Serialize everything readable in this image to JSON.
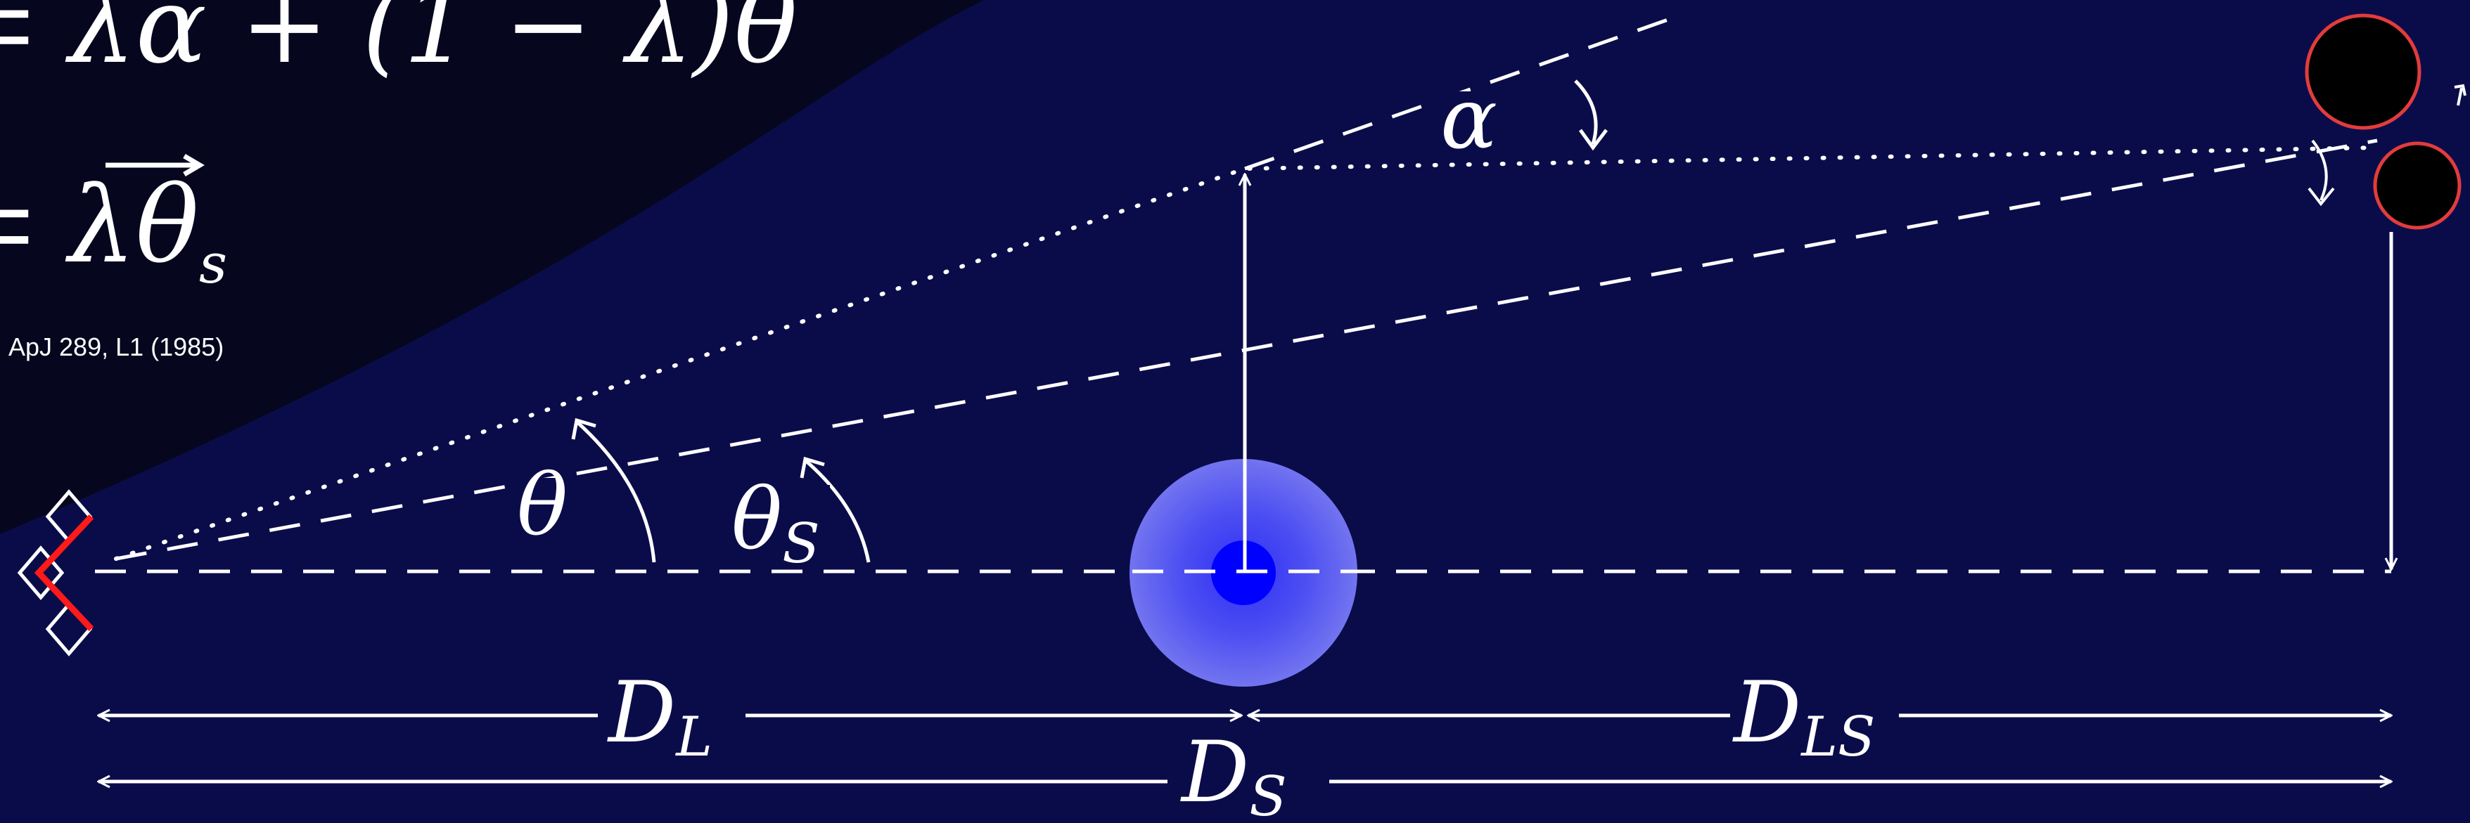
{
  "equations": {
    "lens_equation": {
      "lhs": "=",
      "rhs": "λα + (1 − λ)θ"
    },
    "vector_equation": {
      "lhs": "=",
      "rhs_lambda": "λ",
      "rhs_theta": "θ",
      "rhs_sub": "s"
    }
  },
  "citation": "ApJ 289, L1 (1985)",
  "labels": {
    "alpha": "α",
    "theta": "θ",
    "theta_s_main": "θ",
    "theta_s_sub": "S",
    "d_l_main": "D",
    "d_l_sub": "L",
    "d_ls_main": "D",
    "d_ls_sub": "LS",
    "d_s_main": "D",
    "d_s_sub": "S"
  },
  "colors": {
    "background_dark": "#07081e",
    "background_blue": "#0a0c4a",
    "lens_core": "#0000ff",
    "lens_halo": "#5a5cf0",
    "source_fill": "#000000",
    "source_stroke": "#e23c3c",
    "observer_axis": "#ff1a1a",
    "lines": "#ffffff"
  },
  "icons": [
    "observer-telescope-icon",
    "lens-mass-icon",
    "source-image-icon"
  ]
}
